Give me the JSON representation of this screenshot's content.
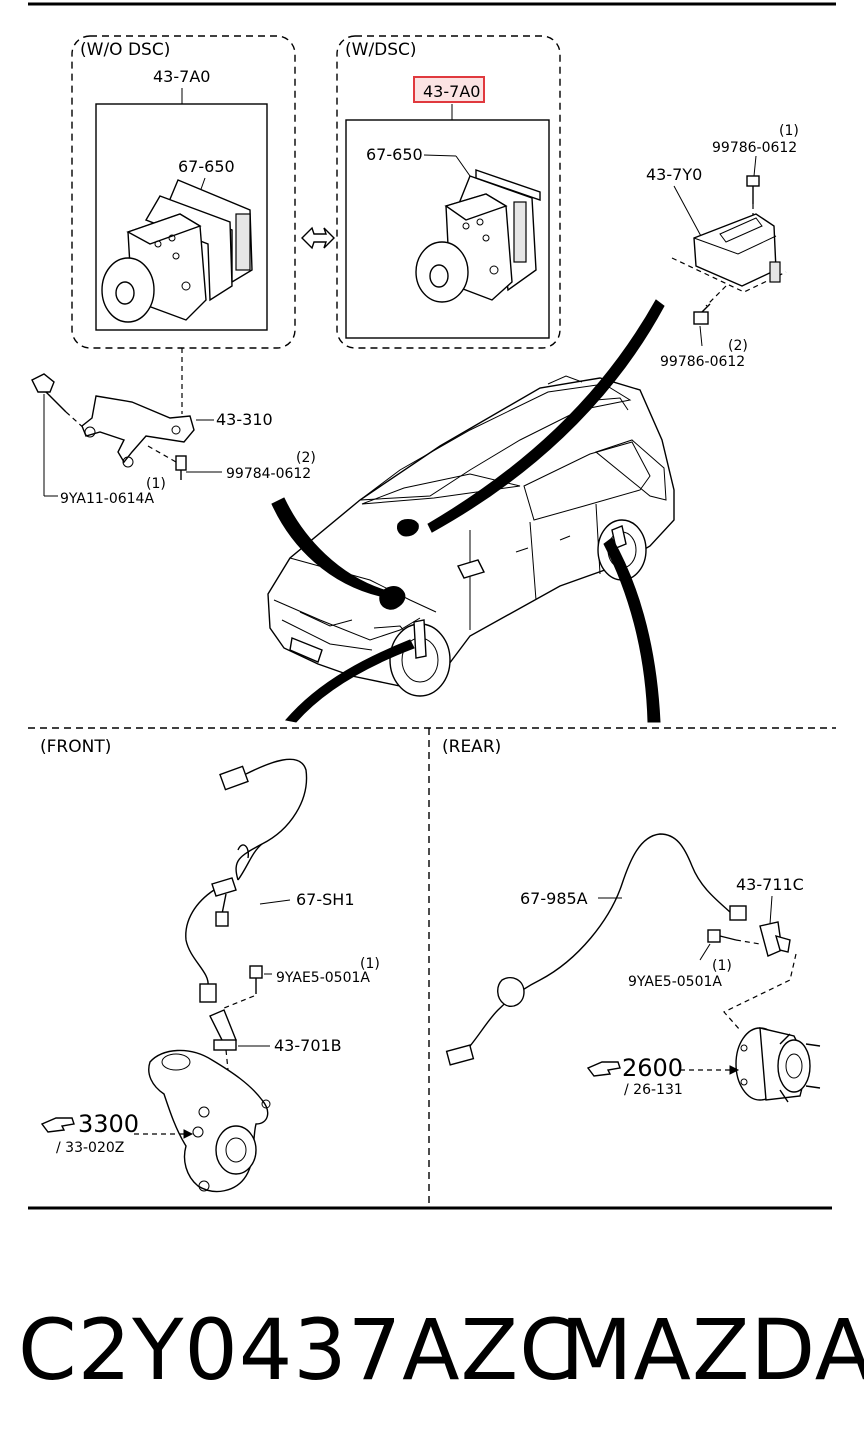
{
  "diagram": {
    "sections": {
      "wo_dsc": "(W/O DSC)",
      "w_dsc": "(W/DSC)",
      "front": "(FRONT)",
      "rear": "(REAR)"
    },
    "labels": {
      "hcu_wo": "43-7A0",
      "hcu_w": "43-7A0",
      "module_wo": "67-650",
      "module_w": "67-650",
      "sensor_unit": "43-7Y0",
      "bolt_top": "99786-0612",
      "bolt_top_qty": "(1)",
      "bolt_bottom": "99786-0612",
      "bolt_bottom_qty": "(2)",
      "bracket": "43-310",
      "bolt_bracket": "99784-0612",
      "bolt_bracket_qty": "(2)",
      "bolt_left": "9YA11-0614A",
      "bolt_left_qty": "(1)",
      "front_harness": "67-SH1",
      "front_bolt": "9YAE5-0501A",
      "front_bolt_qty": "(1)",
      "front_sensor": "43-701B",
      "front_ref": "3300",
      "front_ref_sub": "/ 33-020Z",
      "rear_harness": "67-985A",
      "rear_sensor": "43-711C",
      "rear_bolt": "9YAE5-0501A",
      "rear_bolt_qty": "(1)",
      "rear_ref": "2600",
      "rear_ref_sub": "/ 26-131"
    }
  },
  "footer": {
    "part_code": "C2Y0437AZC",
    "brand": "MAZDA"
  },
  "highlight_color": "#e0393e"
}
